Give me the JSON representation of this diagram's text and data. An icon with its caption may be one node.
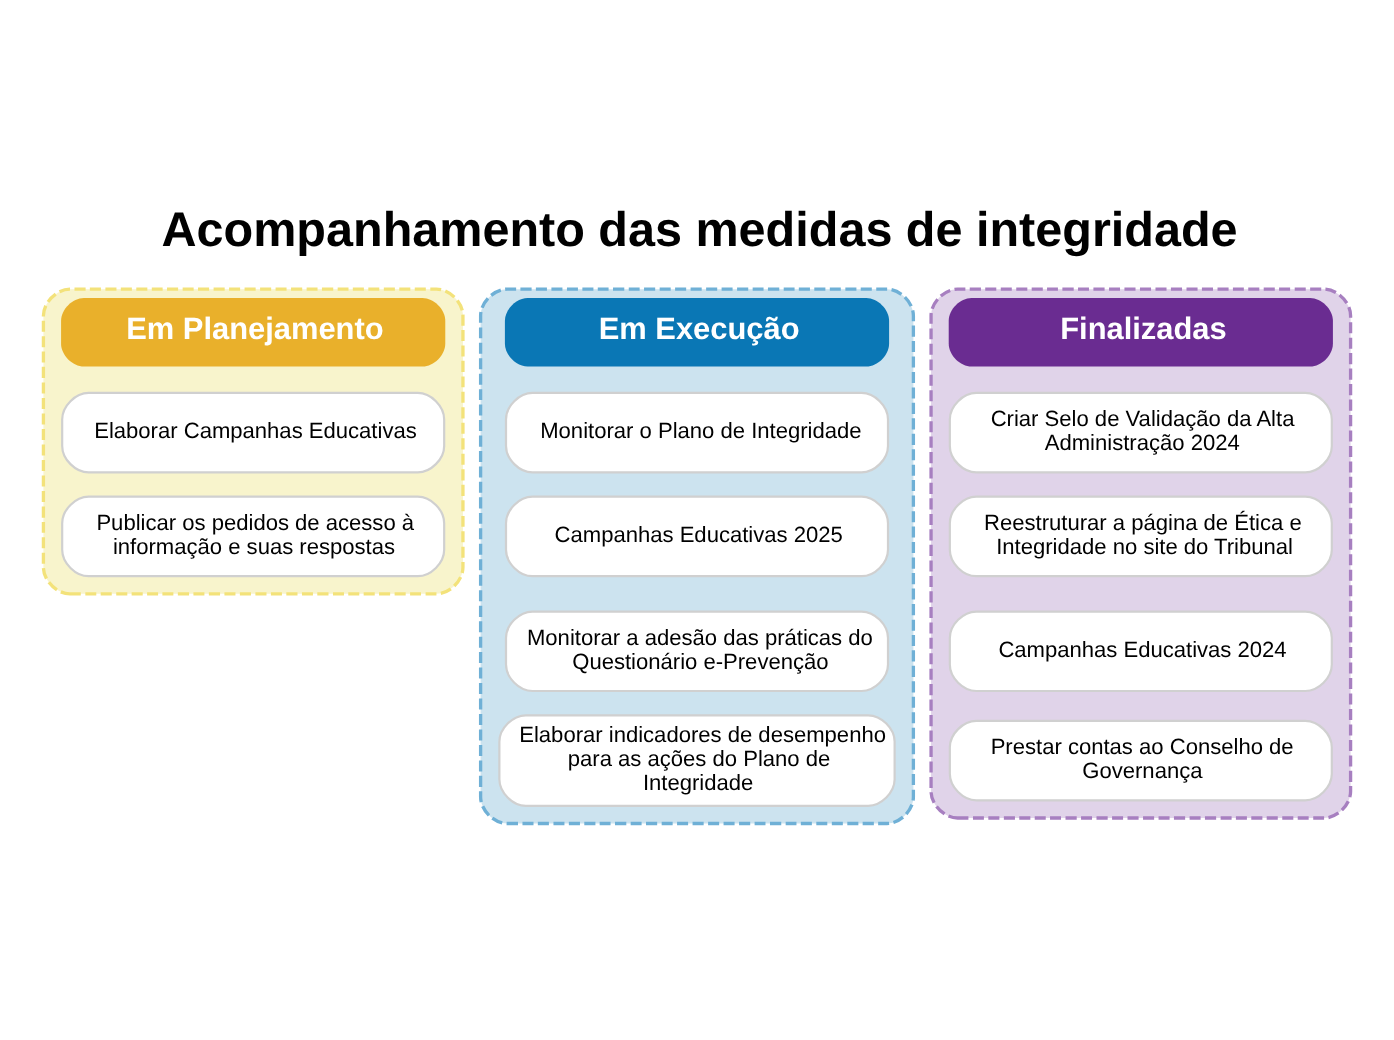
{
  "diagram": {
    "title": "Acompanhamento das medidas de integridade",
    "nodes": [
      {
        "text": [
          "Em Planejamento"
        ]
      },
      {
        "text": [
          "Elaborar Campanhas Educativas"
        ],
        "in": 0
      },
      {
        "text": [
          "Publicar os pedidos de acesso à informação e suas respostas"
        ],
        "in": 0
      },
      {
        "text": [
          "Em Execução"
        ]
      },
      {
        "text": [
          "Monitorar o Plano de Integridade"
        ],
        "in": 3
      },
      {
        "text": [
          "Campanhas Educativas 2025"
        ],
        "in": 3
      },
      {
        "text": [
          "Monitorar a adesão das práticas do Questionário e-Prevenção"
        ],
        "in": 3
      },
      {
        "text": [
          "Elaborar indicadores de desempenho para as ações do Plano de Integridade"
        ],
        "in": 3
      },
      {
        "text": [
          "Finalizadas"
        ]
      },
      {
        "text": [
          "Criar Selo de Validação da Alta Administração 2024"
        ],
        "in": 8
      },
      {
        "text": [
          "Reestruturar a página de Ética e Integridade no site do Tribunal"
        ],
        "in": 8
      },
      {
        "text": [
          "Campanhas Educativas 2024"
        ],
        "in": 8
      },
      {
        "text": [
          "Prestar contas ao Conselho de Governança"
        ],
        "in": 8
      }
    ],
    "edges": []
  }
}
